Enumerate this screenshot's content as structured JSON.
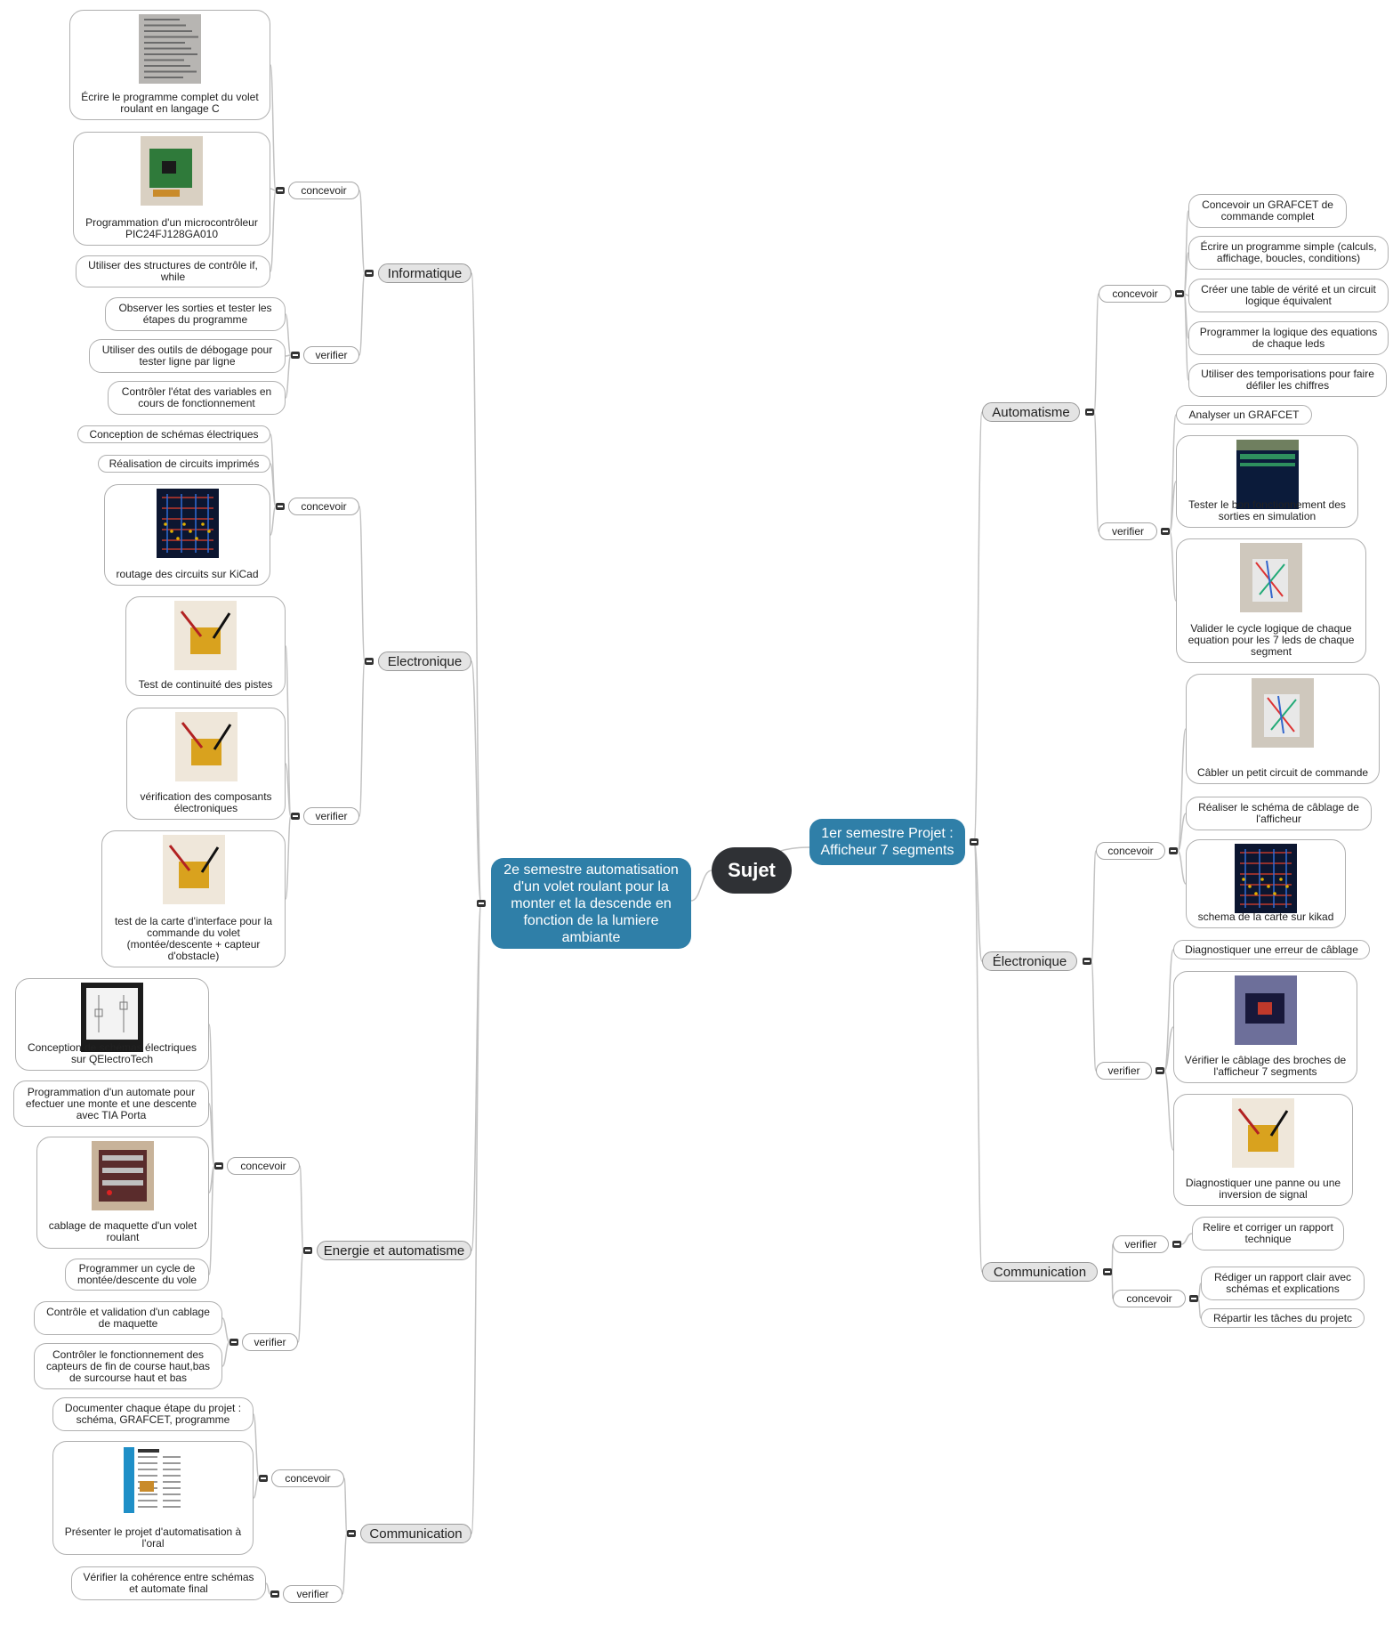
{
  "root": {
    "label": "Sujet"
  },
  "s2": {
    "title": "2e semestre automatisation d'un volet roulant pour la monter et la descende en fonction de la lumiere ambiante",
    "informatique": {
      "label": "Informatique",
      "concevoir": "concevoir",
      "concevoir_items": [
        "Écrire le programme complet du volet roulant en langage C",
        "Programmation d'un microcontrôleur PIC24FJ128GA010",
        "Utiliser des structures de contrôle if, while"
      ],
      "verifier": "verifier",
      "verifier_items": [
        "Observer les sorties et tester les étapes du programme",
        "Utiliser des outils de débogage pour tester ligne par ligne",
        "Contrôler l'état des variables en cours de fonctionnement"
      ]
    },
    "electronique": {
      "label": "Electronique",
      "concevoir": "concevoir",
      "concevoir_items": [
        "Conception de schémas électriques",
        "Réalisation de circuits imprimés",
        "routage des circuits sur KiCad"
      ],
      "verifier": "verifier",
      "verifier_items": [
        "Test de continuité des pistes",
        "vérification des composants électroniques",
        "test de la carte d'interface pour la commande du volet (montée/descente + capteur d'obstacle)"
      ]
    },
    "energie": {
      "label": "Energie et automatisme",
      "concevoir": "concevoir",
      "concevoir_items": [
        "Conception de schémas électriques sur QElectroTech",
        "Programmation d'un automate pour efectuer une monte et une descente avec TIA Porta",
        "cablage de maquette d'un volet roulant",
        "Programmer un cycle de montée/descente du vole"
      ],
      "verifier": "verifier",
      "verifier_items": [
        "Contrôle et validation d'un cablage de maquette",
        "Contrôler le fonctionnement des capteurs de fin de course haut,bas de surcourse haut et bas"
      ]
    },
    "communication": {
      "label": "Communication",
      "concevoir": "concevoir",
      "concevoir_items": [
        "Documenter chaque étape du projet : schéma, GRAFCET, programme",
        "Présenter le projet d'automatisation à l'oral"
      ],
      "verifier": "verifier",
      "verifier_items": [
        "Vérifier la cohérence entre schémas et automate final"
      ]
    }
  },
  "s1": {
    "title": "1er semestre Projet : Afficheur 7 segments",
    "automatisme": {
      "label": "Automatisme",
      "concevoir": "concevoir",
      "concevoir_items": [
        "Concevoir un GRAFCET de commande complet",
        "Écrire un programme simple (calculs, affichage, boucles, conditions)",
        "Créer une table de vérité et un circuit logique équivalent",
        "Programmer la logique des equations de chaque leds",
        "Utiliser des temporisations pour faire défiler les chiffres"
      ],
      "verifier": "verifier",
      "verifier_items": [
        "Analyser un GRAFCET",
        "Tester le bon fonctionnement des sorties en simulation",
        "Valider le cycle logique de chaque equation pour les 7 leds de chaque segment"
      ]
    },
    "electronique": {
      "label": "Électronique",
      "concevoir": "concevoir",
      "concevoir_items": [
        "Câbler un petit circuit de commande",
        "Réaliser le schéma de câblage de l'afficheur",
        "schema de la carte sur kikad"
      ],
      "verifier": "verifier",
      "verifier_items": [
        "Diagnostiquer une erreur de câblage",
        "Vérifier le câblage des broches de l'afficheur 7 segments",
        "Diagnostiquer une panne ou une inversion de signal"
      ]
    },
    "communication": {
      "label": "Communication",
      "verifier": "verifier",
      "verifier_items": [
        "Relire et corriger un rapport technique"
      ],
      "concevoir": "concevoir",
      "concevoir_items": [
        "Rédiger un rapport clair avec schémas et explications",
        "Répartir les tâches du projetc"
      ]
    }
  },
  "colors": {
    "root": "#2f3135",
    "main_topic": "#2f7fa8",
    "category": "#e4e4e4",
    "line": "#c2c2c2"
  },
  "thumbnails": {
    "s2_info_c0": "code-listing-photo",
    "s2_info_c1": "microcontroller-board-photo",
    "s2_elec_c2": "kicad-pcb-routing",
    "s2_elec_v0": "pcb-probe-photo",
    "s2_elec_v1": "pcb-probe-photo",
    "s2_elec_v2": "pcb-probe-photo",
    "s2_ener_c0": "qelectrotech-schematic",
    "s2_ener_c2": "control-panel-photo",
    "s2_comm_c1": "poster-document",
    "s1_auto_v1": "simulation-screenshot",
    "s1_auto_v2": "breadboard-photo",
    "s1_elec_c0": "breadboard-photo",
    "s1_elec_c2": "kicad-pcb-routing",
    "s1_elec_v1": "display-board-photo",
    "s1_elec_v2": "pcb-probe-photo"
  }
}
